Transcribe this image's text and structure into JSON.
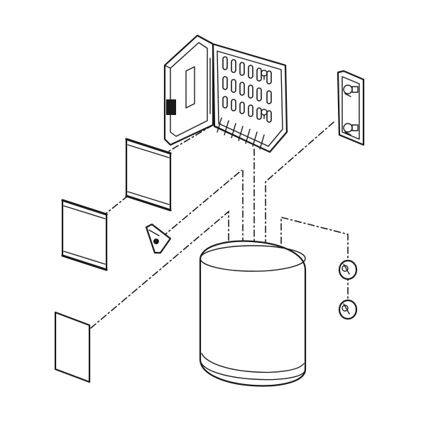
{
  "diagram": {
    "type": "exploded-assembly",
    "parts": [
      "hinged-dispenser-lid",
      "cartridge-tray-insert",
      "front-panel-card-upper",
      "front-panel-card-lower",
      "lock-key",
      "wall-mount-bracket",
      "mounting-screw-upper",
      "mounting-screw-lower",
      "oval-container-body",
      "label-card"
    ]
  }
}
